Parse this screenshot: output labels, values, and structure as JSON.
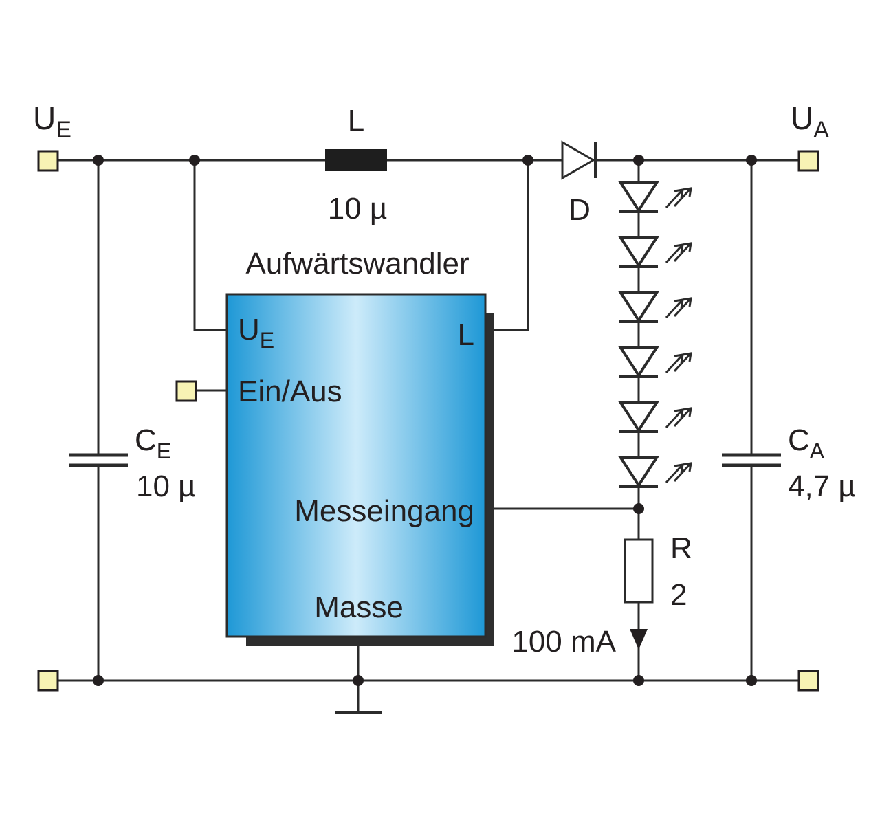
{
  "terminals": {
    "input_label": "U",
    "input_sub": "E",
    "output_label": "U",
    "output_sub": "A"
  },
  "inductor": {
    "name": "L",
    "value": "10 µ"
  },
  "diode": {
    "name": "D"
  },
  "input_capacitor": {
    "name": "C",
    "sub": "E",
    "value": "10 µ"
  },
  "output_capacitor": {
    "name": "C",
    "sub": "A",
    "value": "4,7 µ"
  },
  "resistor": {
    "name": "R",
    "value": "2",
    "current": "100 mA"
  },
  "converter": {
    "title": "Aufwärtswandler",
    "pin_ue": "U",
    "pin_ue_sub": "E",
    "pin_l": "L",
    "pin_enable": "Ein/Aus",
    "pin_sense": "Messeingang",
    "pin_ground": "Masse"
  },
  "led_count": 6,
  "colors": {
    "wire": "#2b2b2b",
    "terminal_fill": "#f7f3b4",
    "ic_center": "#cdebfa",
    "ic_edge": "#1e98d6",
    "ic_shadow": "#2e2e2e"
  }
}
